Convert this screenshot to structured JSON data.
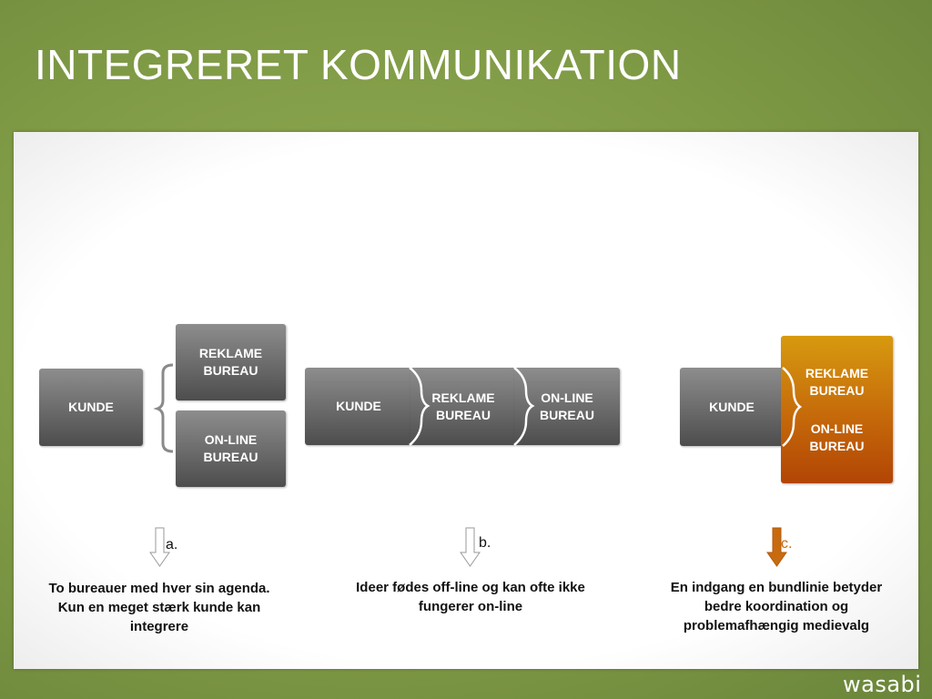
{
  "title": "INTEGRERET KOMMUNIKATION",
  "diagram_a": {
    "kunde": "KUNDE",
    "reklame": "REKLAME BUREAU",
    "online": "ON-LINE BUREAU",
    "letter": "a.",
    "caption": "To bureauer med hver sin agenda. Kun en meget stærk kunde kan integrere"
  },
  "diagram_b": {
    "kunde": "KUNDE",
    "reklame": "REKLAME BUREAU",
    "online": "ON-LINE BUREAU",
    "letter": "b.",
    "caption": "Ideer fødes off-line og kan ofte ikke fungerer on-line"
  },
  "diagram_c": {
    "kunde": "KUNDE",
    "reklame": "REKLAME BUREAU",
    "online": "ON-LINE BUREAU",
    "letter": "c.",
    "caption": "En indgang en bundlinie betyder bedre koordination og problemafhængig medievalg"
  },
  "logo": "wasabi",
  "colors": {
    "accent_orange": "#c86a10",
    "box_gray": "#6a6a6a",
    "background_green": "#8aa64f"
  }
}
